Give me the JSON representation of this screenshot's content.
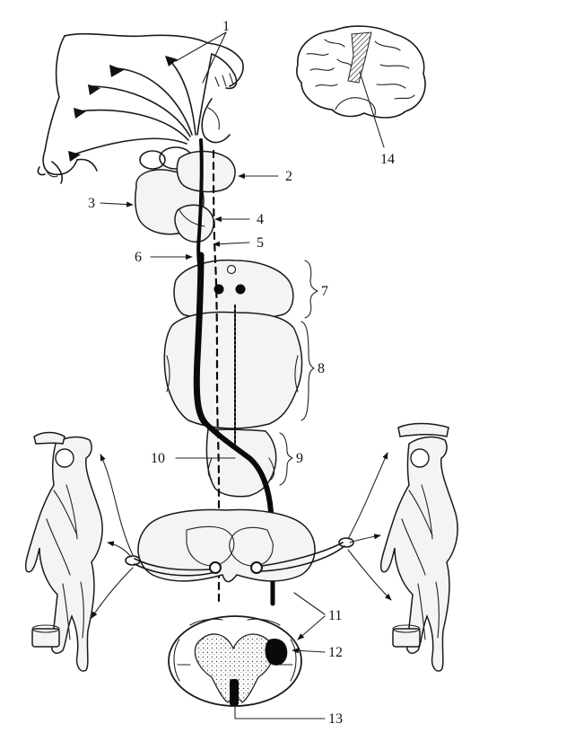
{
  "labels": {
    "l1": "1",
    "l2": "2",
    "l3": "3",
    "l4": "4",
    "l5": "5",
    "l6": "6",
    "l7": "7",
    "l8": "8",
    "l9": "9",
    "l10": "10",
    "l11": "11",
    "l12": "12",
    "l13": "13",
    "l14": "14"
  },
  "colors": {
    "ink": "#1a1a1a",
    "background": "#ffffff",
    "tract": "#0a0a0a"
  }
}
